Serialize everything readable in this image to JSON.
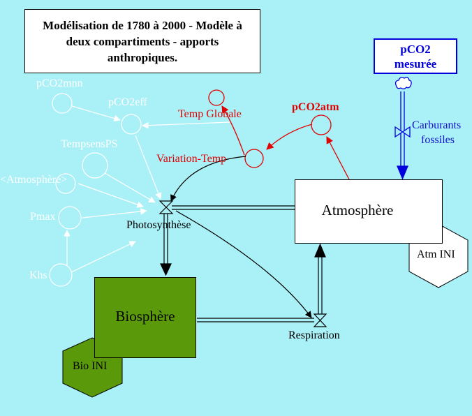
{
  "title": "Modélisation de 1780 à 2000 - Modèle à deux compartiments - apports anthropiques.",
  "pco2_mesuree": {
    "line1": "pCO2",
    "line2": "mesurée"
  },
  "stocks": {
    "atmosphere": "Atmosphère",
    "biosphere": "Biosphère"
  },
  "initials": {
    "atm_ini": "Atm INI",
    "bio_ini": "Bio INI"
  },
  "flows": {
    "photosynthese": "Photosynthèse",
    "respiration": "Respiration",
    "carburants_line1": "Carburants",
    "carburants_line2": "fossiles"
  },
  "variables": {
    "pco2atm": "pCO2atm",
    "temp_globale": "Temp Globale",
    "variation_temp": "Variation-Temp",
    "pco2mnn": "pCO2mnn",
    "pco2eff": "pCO2eff",
    "tempsenspS": "TempsensPS",
    "atmosphere_ghost": "<Atmosphère>",
    "pmax": "Pmax",
    "khs": "Khs"
  },
  "colors": {
    "background": "#aaf0f7",
    "biosphere": "#5a9a0a",
    "red": "#e00000",
    "blue": "#0000dd",
    "ghost": "#ffffff"
  }
}
